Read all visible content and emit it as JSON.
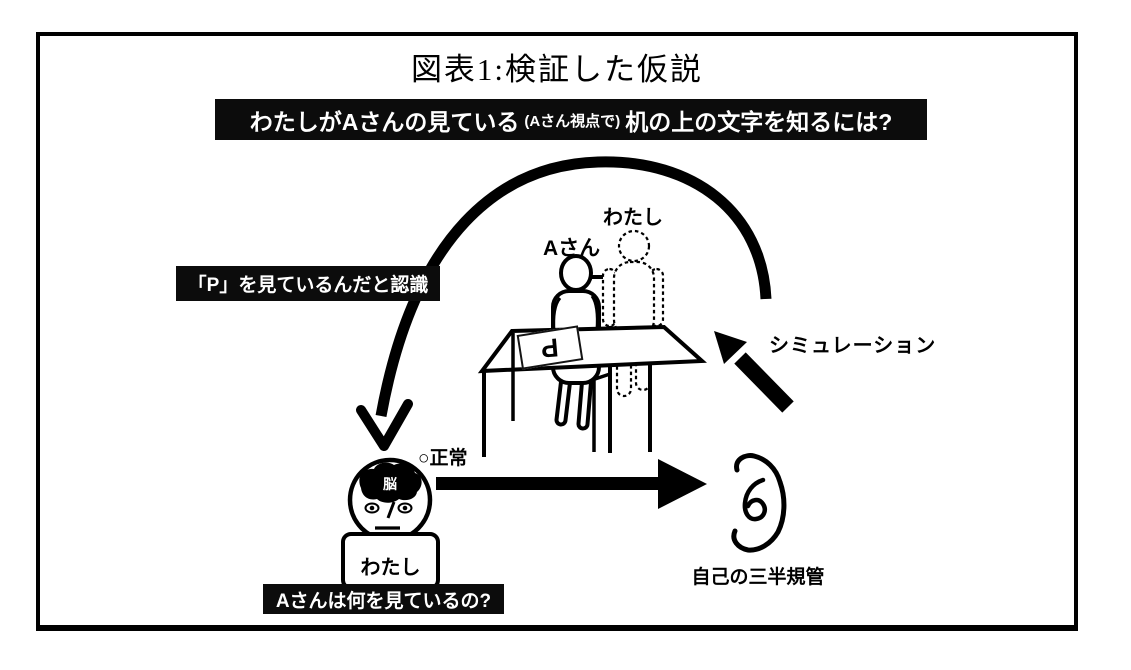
{
  "figure": {
    "title": "図表1:検証した仮説",
    "hypothesis_banner": {
      "main_left": "わたしがAさんの見ている",
      "paren": "(Aさん視点で)",
      "main_right": "机の上の文字を知るには?"
    },
    "labels": {
      "recognition": "「P」を見ているんだと認識",
      "person_a": "Aさん",
      "ghost_me": "わたし",
      "simulation": "シミュレーション",
      "normal": "○正常",
      "brain": "脳",
      "me_body": "わたし",
      "question": "Aさんは何を見ているの?",
      "ear": "自己の三半規管",
      "paper_letter": "P"
    },
    "colors": {
      "ink": "#000000",
      "banner_bg": "#0c0c0c",
      "banner_text": "#ffffff",
      "background": "#ffffff"
    }
  }
}
